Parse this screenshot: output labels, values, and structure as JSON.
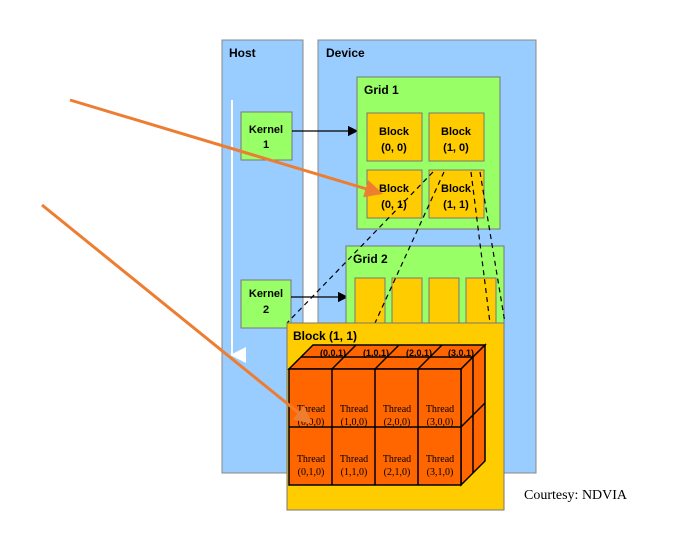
{
  "host": {
    "label": "Host"
  },
  "device": {
    "label": "Device"
  },
  "kernels": [
    {
      "line1": "Kernel",
      "line2": "1"
    },
    {
      "line1": "Kernel",
      "line2": "2"
    }
  ],
  "grid1": {
    "label": "Grid 1",
    "blocks": [
      {
        "line1": "Block",
        "line2": "(0, 0)"
      },
      {
        "line1": "Block",
        "line2": "(1, 0)"
      },
      {
        "line1": "Block",
        "line2": "(0, 1)"
      },
      {
        "line1": "Block",
        "line2": "(1, 1)"
      }
    ]
  },
  "grid2": {
    "label": "Grid 2"
  },
  "block_detail": {
    "label": "Block (1, 1)",
    "back_labels": [
      "(0,0,1)",
      "(1,0,1)",
      "(2,0,1)",
      "(3,0,1)"
    ],
    "threads": [
      {
        "line1": "Thread",
        "line2": "(0,0,0)"
      },
      {
        "line1": "Thread",
        "line2": "(1,0,0)"
      },
      {
        "line1": "Thread",
        "line2": "(2,0,0)"
      },
      {
        "line1": "Thread",
        "line2": "(3,0,0)"
      },
      {
        "line1": "Thread",
        "line2": "(0,1,0)"
      },
      {
        "line1": "Thread",
        "line2": "(1,1,0)"
      },
      {
        "line1": "Thread",
        "line2": "(2,1,0)"
      },
      {
        "line1": "Thread",
        "line2": "(3,1,0)"
      }
    ]
  },
  "courtesy": "Courtesy: NDVIA",
  "colors": {
    "panel_blue": "#99ccff",
    "grid_green": "#99ff66",
    "block_yellow": "#ffcc00",
    "thread_orange": "#ff6600",
    "arrow_orange": "#ed7d31"
  }
}
